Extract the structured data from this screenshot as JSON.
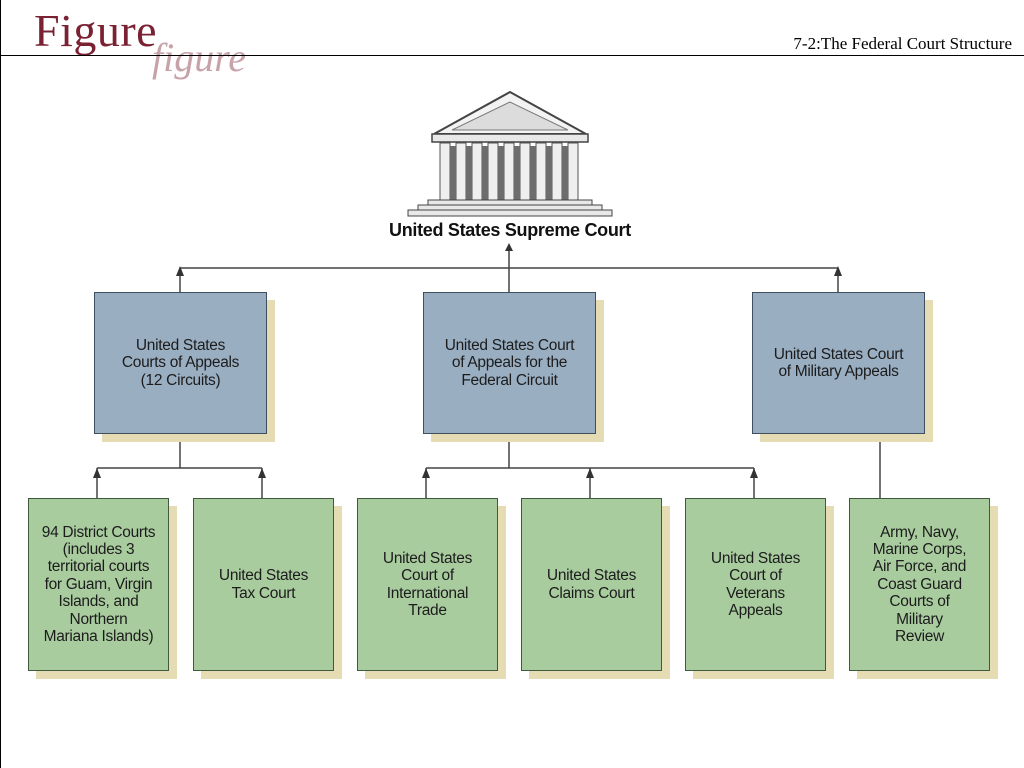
{
  "header": {
    "brand_main": "Figure",
    "brand_script": "figure",
    "title": "7-2:The Federal Court Structure"
  },
  "supreme_court": {
    "label": "United States Supreme Court",
    "icon": "courthouse-icon"
  },
  "appeals_level": [
    {
      "label": "United States\nCourts of Appeals\n(12 Circuits)"
    },
    {
      "label": "United States Court\nof Appeals for the\nFederal Circuit"
    },
    {
      "label": "United States Court\nof Military Appeals"
    }
  ],
  "trial_level": [
    {
      "label": "94 District Courts\n(includes 3\nterritorial courts\nfor Guam, Virgin\nIslands, and\nNorthern\nMariana Islands)"
    },
    {
      "label": "United States\nTax Court"
    },
    {
      "label": "United States\nCourt of\nInternational\nTrade"
    },
    {
      "label": "United States\nClaims Court"
    },
    {
      "label": "United States\nCourt of\nVeterans\nAppeals"
    },
    {
      "label": "Army, Navy,\nMarine Corps,\nAir Force, and\nCoast Guard\nCourts of\nMilitary\nReview"
    }
  ],
  "colors": {
    "appeals_fill": "#9aaec2",
    "trial_fill": "#a9cc9f",
    "shadow": "#e6dcb4",
    "brand": "#7a2233"
  }
}
